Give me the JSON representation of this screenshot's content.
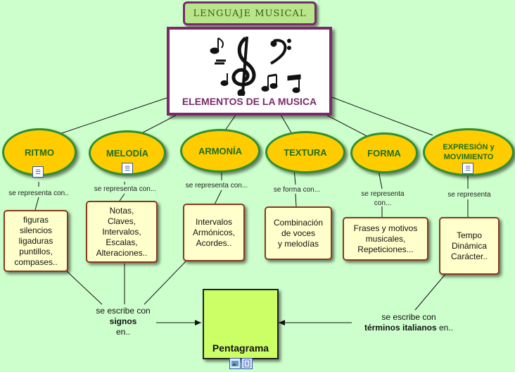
{
  "title": "LENGUAJE  MUSICAL",
  "center": {
    "label": "ELEMENTOS DE LA MUSICA"
  },
  "icons": {
    "subtree": "☰",
    "picture": "image-icon",
    "doc": "document-icon"
  },
  "categories": [
    {
      "label": "RITMO",
      "connector": "se representa con..",
      "content": "figuras\nsilencios\nligaduras\npuntillos,\ncompases.."
    },
    {
      "label": "MELODÍA",
      "connector": "se representa con...",
      "content": "Notas,\nClaves,\nIntervalos,\nEscalas,\nAlteraciones.."
    },
    {
      "label": "ARMONÍA",
      "connector": "se representa con...",
      "content": "Intervalos\nArmónicos,\nAcordes.."
    },
    {
      "label": "TEXTURA",
      "connector": "se forma con...",
      "content": "Combinación\nde voces\ny melodías"
    },
    {
      "label": "FORMA",
      "connector": "se representa\ncon...",
      "content": "Frases y motivos\nmusicales,\nRepeticiones..."
    },
    {
      "label": "EXPRESIÓN y\nMOVIMIENTO",
      "connector": "se representa",
      "content": "Tempo\nDinámica\nCarácter.."
    }
  ],
  "pentagrama": {
    "label": "Pentagrama"
  },
  "left_link": {
    "pre": "se escribe con",
    "bold": "signos",
    "post": "en.."
  },
  "right_link": {
    "pre": "se escribe con",
    "bold": "términos italianos",
    "post": " en.."
  }
}
